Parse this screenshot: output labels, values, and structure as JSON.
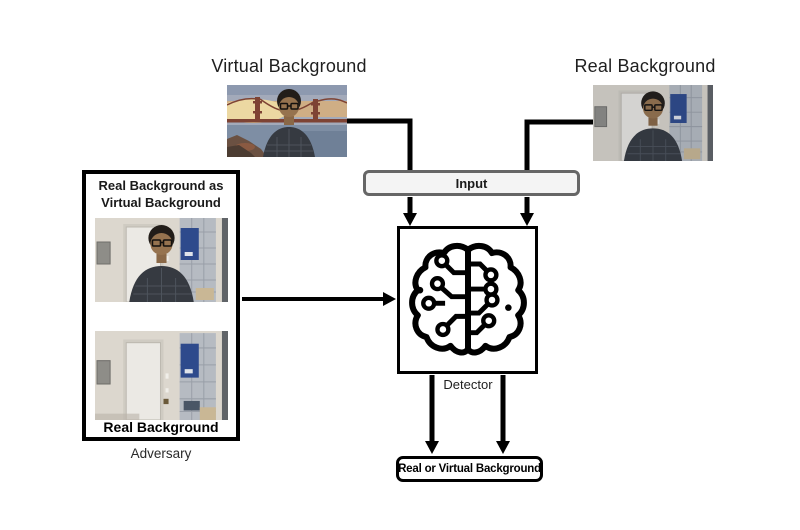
{
  "titles": {
    "virtual_background": "Virtual Background",
    "real_background": "Real Background"
  },
  "input_box": {
    "label": "Input"
  },
  "detector": {
    "caption": "Detector"
  },
  "output_box": {
    "label": "Real or Virtual Background"
  },
  "adversary_box": {
    "title": "Real Background as Virtual Background",
    "image_label": "Real Background",
    "caption": "Adversary"
  },
  "icons": {
    "detector": "brain-circuit-icon",
    "flow": "arrow-connectors"
  },
  "colors": {
    "background": "#ffffff",
    "line": "#000000",
    "box_border": "#000000",
    "input_border": "#666666",
    "input_fill": "#f4f4f4",
    "text": "#1f1f1f"
  }
}
